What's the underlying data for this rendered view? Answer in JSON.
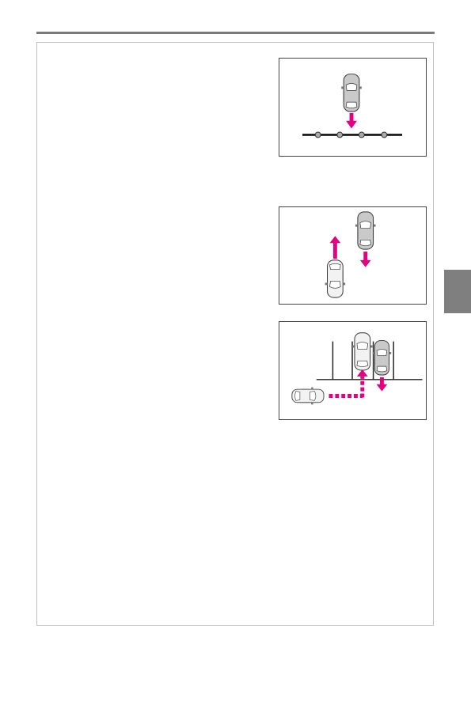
{
  "colors": {
    "arrow": "#e4007f",
    "rule": "#7a7a7a",
    "frame": "#bfbfbf",
    "tab": "#7f7f7f",
    "car_body": "#c9c9c9",
    "car_body_light": "#f2f2f2"
  },
  "figures": [
    {
      "name": "vehicle-approaching-sensor-line",
      "icons": [
        "car-top-view-icon",
        "arrow-down-icon",
        "sensor-line-icon"
      ]
    },
    {
      "name": "vehicle-passing-oncoming",
      "icons": [
        "car-top-view-icon",
        "arrow-up-icon",
        "arrow-down-icon"
      ]
    },
    {
      "name": "vehicle-parking-space",
      "icons": [
        "car-top-view-icon",
        "dotted-path-arrow-icon",
        "arrow-down-icon"
      ]
    }
  ]
}
